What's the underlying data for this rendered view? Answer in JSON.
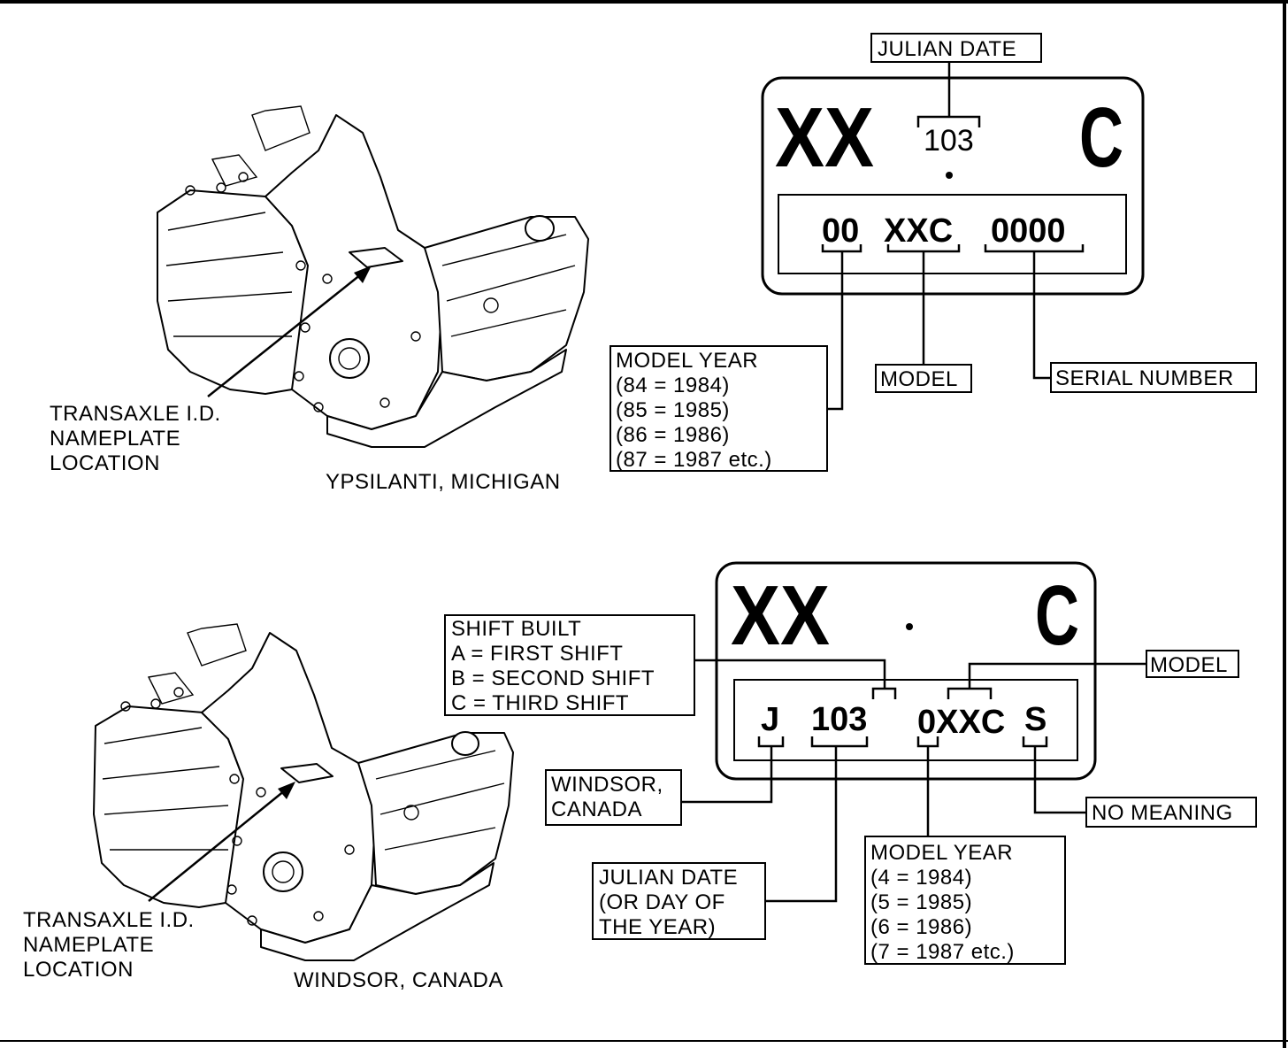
{
  "top": {
    "transaxle_label": [
      "TRANSAXLE I.D.",
      "NAMEPLATE",
      "LOCATION"
    ],
    "plant_caption": "YPSILANTI, MICHIGAN",
    "plate": {
      "left_big": "XX",
      "right_big": "C",
      "date_value": "103",
      "code_year": "00",
      "code_model": "XXC",
      "code_serial": "0000"
    },
    "callouts": {
      "julian_date": "JULIAN DATE",
      "model": "MODEL",
      "serial_number": "SERIAL NUMBER",
      "model_year": [
        "MODEL YEAR",
        "(84  =  1984)",
        "(85  =  1985)",
        "(86  =  1986)",
        "(87  =  1987 etc.)"
      ]
    }
  },
  "bottom": {
    "transaxle_label": [
      "TRANSAXLE I.D.",
      "NAMEPLATE",
      "LOCATION"
    ],
    "plant_caption": "WINDSOR, CANADA",
    "plate": {
      "left_big": "XX",
      "right_big": "C",
      "code_plant": "J",
      "code_date": "103",
      "code_model": "0XXC",
      "code_shift": "S"
    },
    "callouts": {
      "shift_built": [
        "SHIFT BUILT",
        "A  =  FIRST SHIFT",
        "B  =  SECOND SHIFT",
        "C  =  THIRD SHIFT"
      ],
      "model": "MODEL",
      "windsor": [
        "WINDSOR,",
        "CANADA"
      ],
      "no_meaning": "NO MEANING",
      "julian_date": [
        "JULIAN DATE",
        "(OR DAY OF",
        "THE YEAR)"
      ],
      "model_year": [
        "MODEL YEAR",
        "(4  =  1984)",
        "(5  =  1985)",
        "(6  =  1986)",
        "(7  =  1987 etc.)"
      ]
    }
  }
}
